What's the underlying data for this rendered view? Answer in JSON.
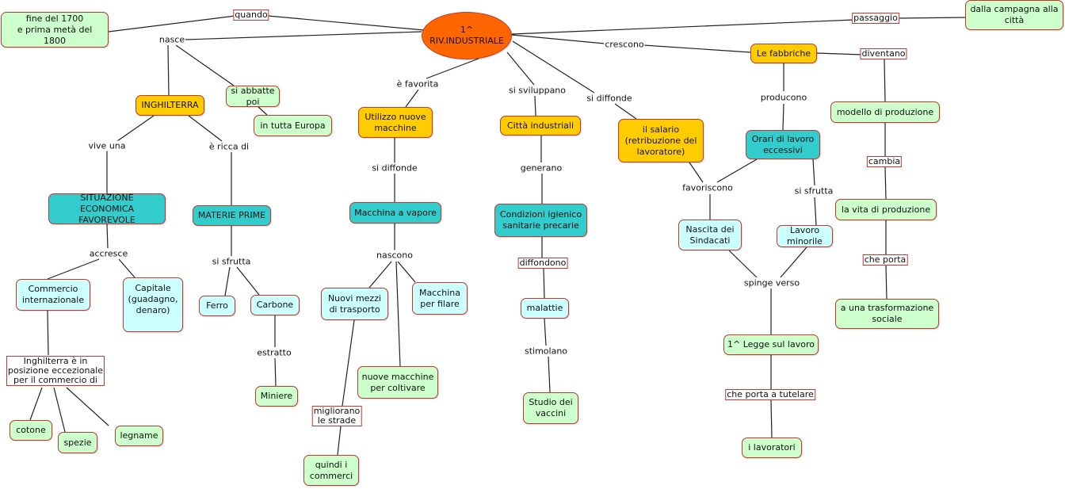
{
  "concepts": {
    "main": "1^\nRIV.INDUSTRIALE",
    "fine": "fine del 1700\ne prima metà del 1800",
    "dalla": "dalla campagna alla\ncittà",
    "inghilterra": "INGHILTERRA",
    "abbatte": "si abbatte poi",
    "europa": "in tutta Europa",
    "utilizzo": "Utilizzo nuove\nmacchine",
    "citta": "Città industriali",
    "salario": "il salario\n(retribuzione del\nlavoratore)",
    "fabbriche": "Le fabbriche",
    "orari": "Orari di lavoro\neccessivi",
    "modello": "modello di produzione",
    "situazione": "SITUAZIONE ECONOMICA\nFAVOREVOLE",
    "materie": "MATERIE PRIME",
    "vapore": "Macchina a vapore",
    "condizioni": "Condizioni igienico\nsanitarie precarie",
    "sindacati": "Nascita dei\nSindacati",
    "minorile": "Lavoro minorile",
    "vita": "la vita di produzione",
    "commercio": "Commercio\ninternazionale",
    "capitale": "Capitale\n(guadagno,\ndenaro)",
    "ferro": "Ferro",
    "carbone": "Carbone",
    "trasporto": "Nuovi mezzi\ndi trasporto",
    "filare": "Macchina\nper filare",
    "malattie": "malattie",
    "vaccini": "Studio dei\nvaccini",
    "trasformazione": "a una trasformazione\nsociale",
    "miniere": "Miniere",
    "coltivare": "nuove macchine\nper coltivare",
    "legge": "1^ Legge sul lavoro",
    "cotone": "cotone",
    "spezie": "spezie",
    "legname": "legname",
    "commerci": "quindi i\ncommerci",
    "lavoratori": "i lavoratori"
  },
  "links": {
    "quando": "quando",
    "nasce": "nasce",
    "passaggio": "passaggio",
    "crescono": "crescono",
    "diventano": "diventano",
    "favorita": "è favorita",
    "sviluppano": "si sviluppano",
    "diffonde1": "si diffonde",
    "producono": "producono",
    "viveuna": "vive una",
    "ricca": "è ricca di",
    "diffonde2": "si diffonde",
    "generano": "generano",
    "cambia": "cambia",
    "favoriscono": "favoriscono",
    "sfrutta1": "si sfrutta",
    "cheporta": "che porta",
    "accresce": "accresce",
    "sfrutta2": "si sfrutta",
    "nascono": "nascono",
    "diffondono": "diffondono",
    "spinge": "spinge verso",
    "estratto": "estratto",
    "stimolano": "stimolano",
    "migliorano": "migliorano\nle strade",
    "posizione": "Inghilterra è in\nposizione eccezionale\nper il commercio di",
    "tutelare": "che porta a tutelare"
  },
  "colors": {
    "main": "#ff6600",
    "orange": "#ffcc00",
    "teal": "#33cccc",
    "cyan": "#ccffff",
    "green": "#ccffcc",
    "border": "#c0392b"
  }
}
